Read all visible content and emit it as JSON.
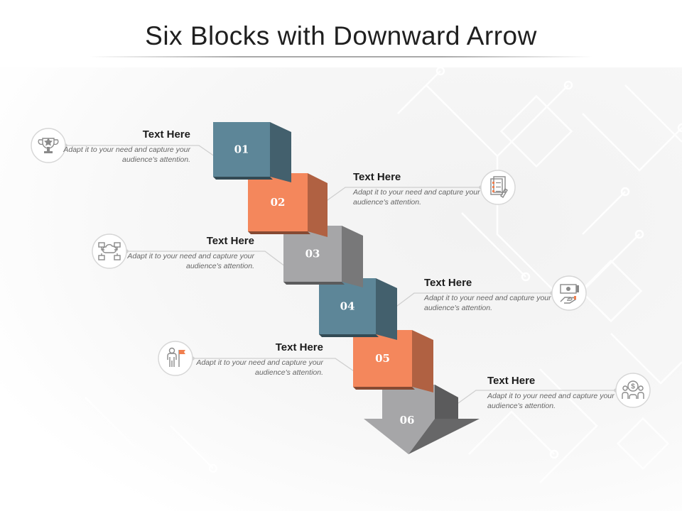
{
  "title": "Six Blocks with Downward Arrow",
  "colors": {
    "slate": "#5d8698",
    "orange": "#f4875c",
    "gray": "#a6a6a8",
    "line": "#cfcfcf",
    "icon_gray": "#8a8a8a",
    "icon_orange": "#f07f4f"
  },
  "steps": [
    {
      "num": "01",
      "color": "slate",
      "head": "Text Here",
      "desc": "Adapt it to your need and capture your audience's attention.",
      "side": "left",
      "icon": "trophy-icon"
    },
    {
      "num": "02",
      "color": "orange",
      "head": "Text Here",
      "desc": "Adapt it to your need and capture your audience's attention.",
      "side": "right",
      "icon": "document-checklist-icon"
    },
    {
      "num": "03",
      "color": "gray",
      "head": "Text Here",
      "desc": "Adapt it to your need and capture your audience's attention.",
      "side": "left",
      "icon": "cloud-network-icon"
    },
    {
      "num": "04",
      "color": "slate",
      "head": "Text Here",
      "desc": "Adapt it to your need and capture your audience's attention.",
      "side": "right",
      "icon": "money-hand-icon"
    },
    {
      "num": "05",
      "color": "orange",
      "head": "Text Here",
      "desc": "Adapt it to your need and capture your audience's attention.",
      "side": "left",
      "icon": "person-flag-icon"
    },
    {
      "num": "06",
      "color": "gray",
      "head": "Text Here",
      "desc": "Adapt it to your need and capture your audience's attention.",
      "side": "right",
      "icon": "team-dollar-icon"
    }
  ]
}
